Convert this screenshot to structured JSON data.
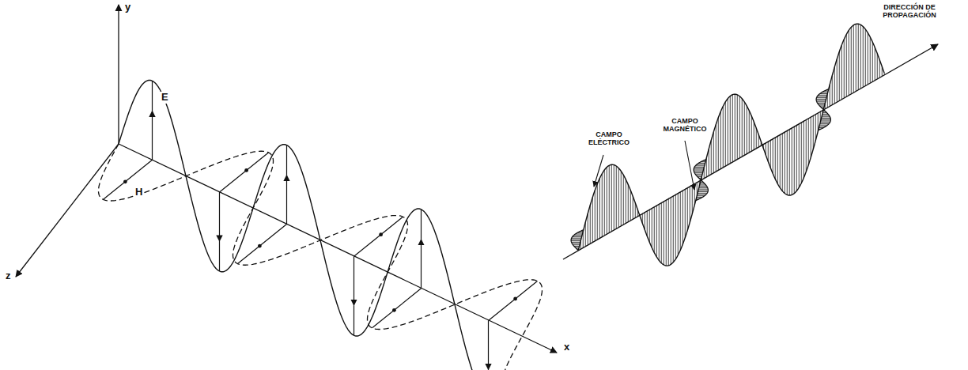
{
  "diagram": {
    "labels": [
      "y",
      "E",
      "H",
      "z",
      "x",
      "CAMPO ELÉCTRICO",
      "CAMPO MAGNÉTICO",
      "DIRECCIÓN DE PROPAGACIÓN"
    ]
  }
}
